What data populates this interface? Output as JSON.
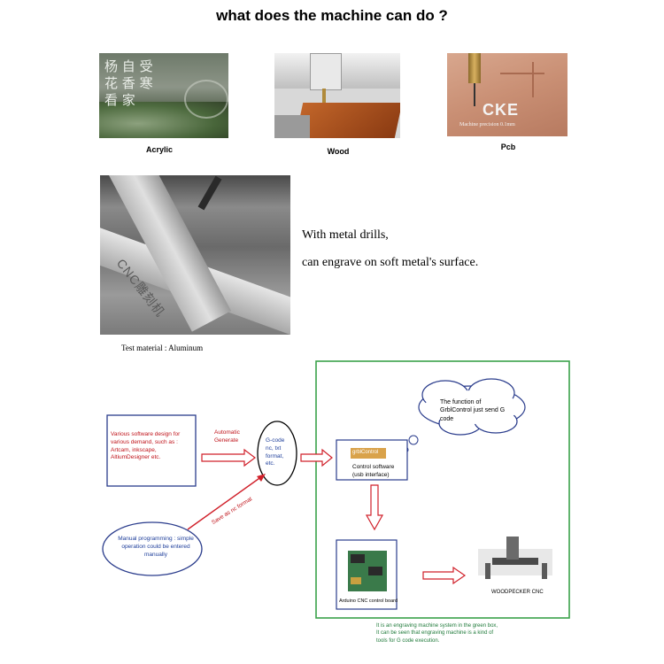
{
  "title": "what does the machine can do ?",
  "materials": [
    {
      "caption": "Acrylic",
      "image": "acrylic-engraving-photo"
    },
    {
      "caption": "Wood",
      "image": "wood-engraving-photo"
    },
    {
      "caption": "Pcb",
      "image": "pcb-engraving-photo"
    }
  ],
  "acrylic_chars": [
    "杨",
    "自",
    "受",
    "花",
    "香",
    "寒",
    "看",
    "家"
  ],
  "pcb_label": "CKE",
  "pcb_sublabel": "Machine precision 0.1mm",
  "aluminum": {
    "engraved_text": "CNC雕刻机",
    "line1": "With metal drills,",
    "line2": "can engrave on soft metal's surface.",
    "caption": "Test material :  Aluminum"
  },
  "diagram": {
    "software_box": "Various software design for various demand, such as : Artcam, inkscape, AltiumDesigner etc.",
    "auto_label": "Automatic Generate",
    "gcode_label": "G-code nc, txt format, etc.",
    "save_label": "Save as nc format",
    "manual_label": "Manual programming : simple operation could be entered manually",
    "cloud_text": "The function of GrblControl just send G code",
    "grbl_logo": "grblControl",
    "control_label": "Control software (usb interface)",
    "arduino_label": "Arduino CNC control board",
    "woodpecker_label": "WOODPECKER CNC",
    "green_note": [
      "It is an engraving machine system in the green box,",
      "It can be seen that engraving machine is a kind of",
      "tools for G code execution."
    ]
  },
  "colors": {
    "green_box": "#3aa24a",
    "red_arrow": "#d0202a",
    "blue_box": "#2a3c8c"
  }
}
